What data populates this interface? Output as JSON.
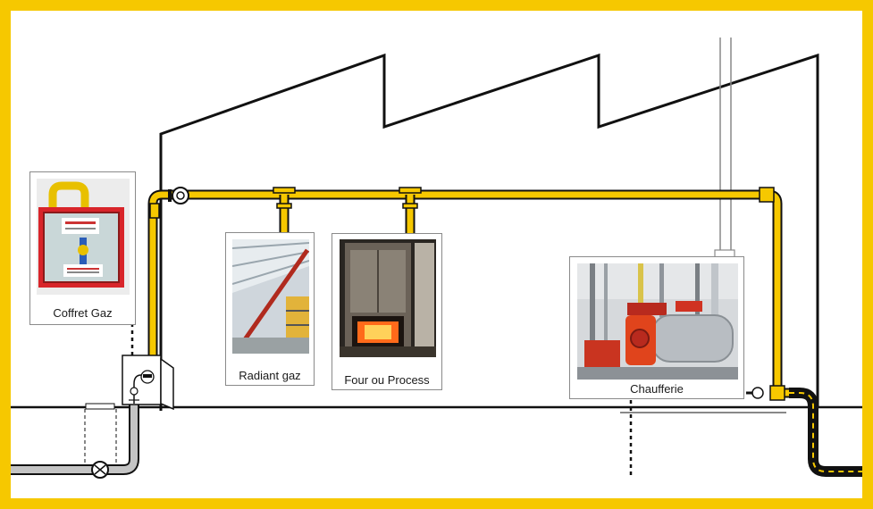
{
  "labels": {
    "coffret": "Coffret Gaz",
    "radiant": "Radiant gaz",
    "four": "Four ou Process",
    "chaufferie": "Chaufferie"
  },
  "colors": {
    "frame": "#f6c800",
    "gas_pipe": "#f6c800",
    "outline": "#111111",
    "underground_pipe": "#bdbdbd"
  }
}
